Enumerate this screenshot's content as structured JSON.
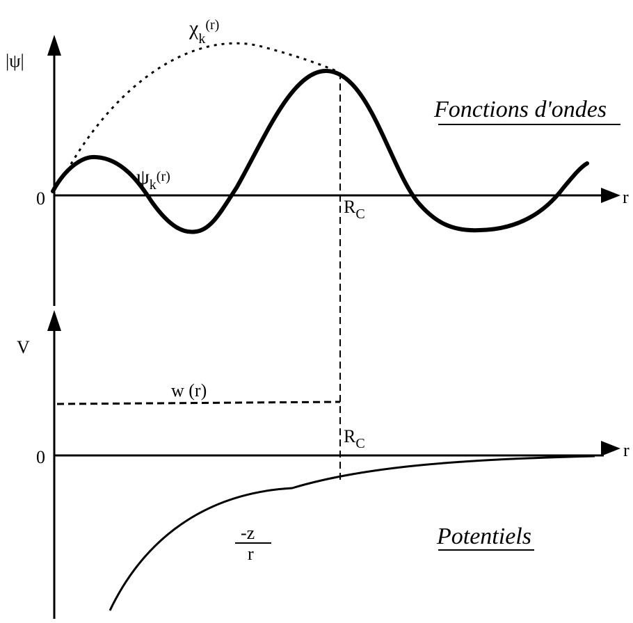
{
  "top_panel": {
    "y_axis_label": "|ψ|",
    "x_axis_label": "r",
    "zero_label": "0",
    "title": "Fonctions d'ondes",
    "chi_label": {
      "symbol": "χ",
      "sub": "k",
      "arg": "(r)"
    },
    "psi_label": {
      "symbol": "ψ",
      "sub": "k",
      "arg": "(r)"
    },
    "rc_label": {
      "main": "R",
      "sub": "C"
    }
  },
  "bottom_panel": {
    "y_axis_label": "V",
    "x_axis_label": "r",
    "zero_label": "0",
    "title": "Potentiels",
    "w_label": "w (r)",
    "coulomb_label": {
      "numerator": "-z",
      "denominator": "r"
    },
    "rc_label": {
      "main": "R",
      "sub": "C"
    }
  },
  "colors": {
    "ink": "#000000",
    "background": "#ffffff"
  }
}
